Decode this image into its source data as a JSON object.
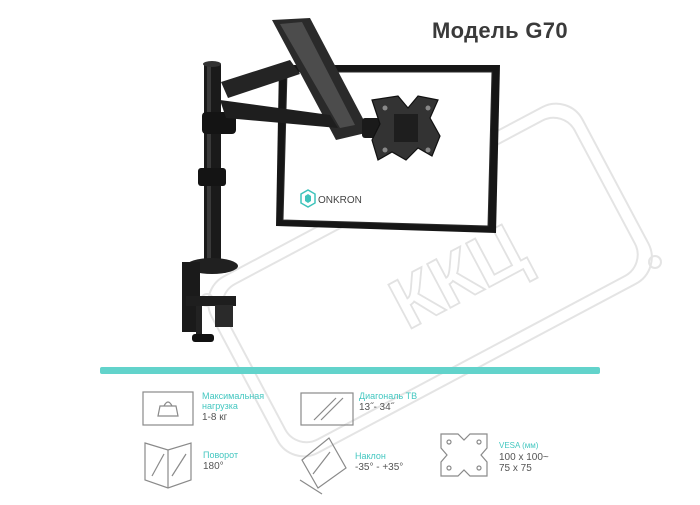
{
  "title": "Модель G70",
  "brand": "ONKRON",
  "watermark": "ККЦ",
  "colors": {
    "accent": "#62d3cb",
    "label": "#43c7c0",
    "value": "#555555",
    "product": "#1c1c1c"
  },
  "specs": [
    {
      "icon": "monitor-weight-icon",
      "label_line1": "Максимальная",
      "label_line2": "нагрузка",
      "value": "1-8 кг"
    },
    {
      "icon": "screen-diagonal-icon",
      "label_line1": "Диагональ ТВ",
      "value": "13˝- 34˝"
    },
    {
      "icon": "swivel-icon",
      "label_line1": "Поворот",
      "value": "180°"
    },
    {
      "icon": "tilt-icon",
      "label_line1": "Наклон",
      "value": "-35° - +35°"
    },
    {
      "icon": "vesa-icon",
      "label_line1": "VESA (мм)",
      "value_line1": "100 x 100~",
      "value_line2": "75 x 75"
    }
  ]
}
